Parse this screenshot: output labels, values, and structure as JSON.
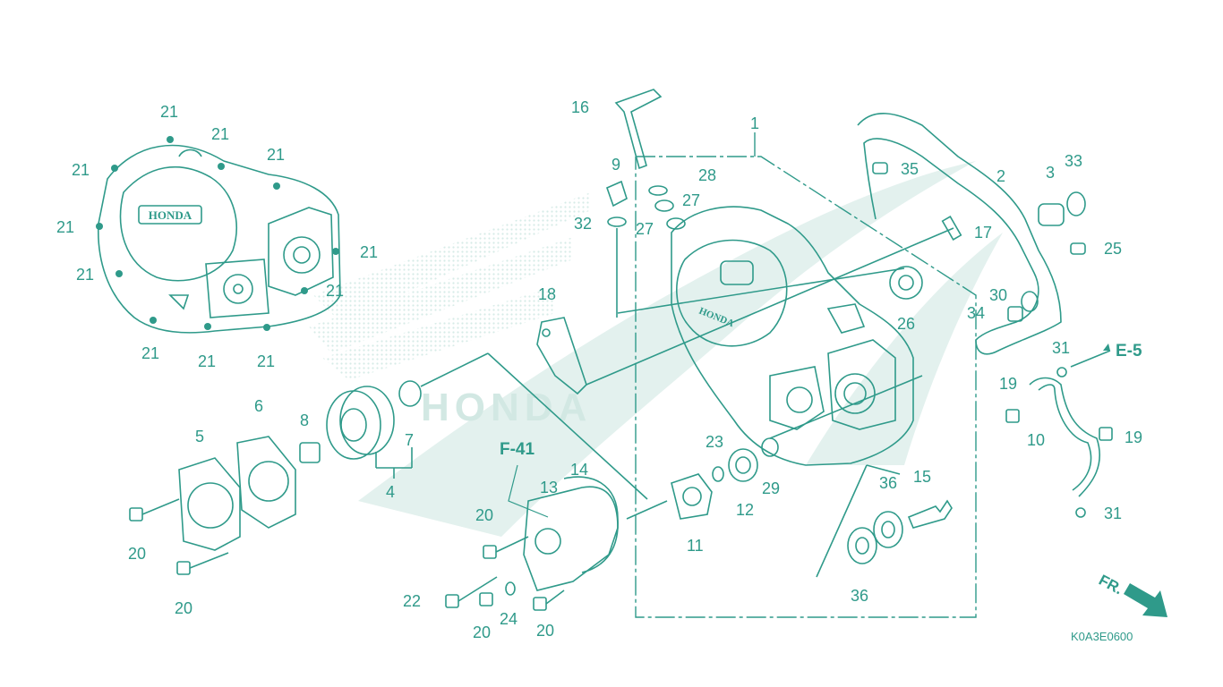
{
  "diagram": {
    "colors": {
      "ink": "#2f9a8a",
      "watermark": "#cfe7e2",
      "background": "#ffffff"
    },
    "watermark": {
      "brand": "HONDA"
    },
    "cover_logo": "HONDA",
    "ref_codes": {
      "e5": "E-5",
      "f41": "F-41"
    },
    "direction_marker": "FR.",
    "catalog_code": "K0A3E0600",
    "callouts": [
      {
        "id": "c-21a",
        "label": "21"
      },
      {
        "id": "c-21b",
        "label": "21"
      },
      {
        "id": "c-21c",
        "label": "21"
      },
      {
        "id": "c-21d",
        "label": "21"
      },
      {
        "id": "c-21e",
        "label": "21"
      },
      {
        "id": "c-21f",
        "label": "21"
      },
      {
        "id": "c-21g",
        "label": "21"
      },
      {
        "id": "c-21h",
        "label": "21"
      },
      {
        "id": "c-21i",
        "label": "21"
      },
      {
        "id": "c-21j",
        "label": "21"
      },
      {
        "id": "c-21k",
        "label": "21"
      },
      {
        "id": "c-21l",
        "label": "21"
      },
      {
        "id": "c-16",
        "label": "16"
      },
      {
        "id": "c-9",
        "label": "9"
      },
      {
        "id": "c-32",
        "label": "32"
      },
      {
        "id": "c-1",
        "label": "1"
      },
      {
        "id": "c-28",
        "label": "28"
      },
      {
        "id": "c-27a",
        "label": "27"
      },
      {
        "id": "c-27b",
        "label": "27"
      },
      {
        "id": "c-35",
        "label": "35"
      },
      {
        "id": "c-2",
        "label": "2"
      },
      {
        "id": "c-3",
        "label": "3"
      },
      {
        "id": "c-33",
        "label": "33"
      },
      {
        "id": "c-17",
        "label": "17"
      },
      {
        "id": "c-25",
        "label": "25"
      },
      {
        "id": "c-18",
        "label": "18"
      },
      {
        "id": "c-26",
        "label": "26"
      },
      {
        "id": "c-30",
        "label": "30"
      },
      {
        "id": "c-34",
        "label": "34"
      },
      {
        "id": "c-31a",
        "label": "31"
      },
      {
        "id": "c-19a",
        "label": "19"
      },
      {
        "id": "c-10",
        "label": "10"
      },
      {
        "id": "c-19b",
        "label": "19"
      },
      {
        "id": "c-31b",
        "label": "31"
      },
      {
        "id": "c-6",
        "label": "6"
      },
      {
        "id": "c-5",
        "label": "5"
      },
      {
        "id": "c-8",
        "label": "8"
      },
      {
        "id": "c-7",
        "label": "7"
      },
      {
        "id": "c-4",
        "label": "4"
      },
      {
        "id": "c-20a",
        "label": "20"
      },
      {
        "id": "c-20b",
        "label": "20"
      },
      {
        "id": "c-14",
        "label": "14"
      },
      {
        "id": "c-13",
        "label": "13"
      },
      {
        "id": "c-20c",
        "label": "20"
      },
      {
        "id": "c-22",
        "label": "22"
      },
      {
        "id": "c-20d",
        "label": "20"
      },
      {
        "id": "c-24",
        "label": "24"
      },
      {
        "id": "c-20e",
        "label": "20"
      },
      {
        "id": "c-23",
        "label": "23"
      },
      {
        "id": "c-29",
        "label": "29"
      },
      {
        "id": "c-12",
        "label": "12"
      },
      {
        "id": "c-11",
        "label": "11"
      },
      {
        "id": "c-36a",
        "label": "36"
      },
      {
        "id": "c-15",
        "label": "15"
      },
      {
        "id": "c-36b",
        "label": "36"
      }
    ]
  }
}
